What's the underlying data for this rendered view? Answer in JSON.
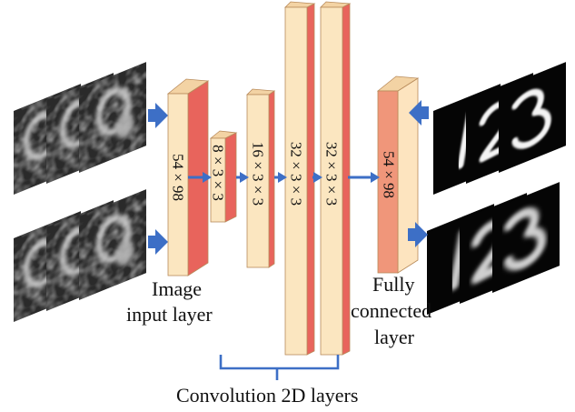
{
  "colors": {
    "layer_front": "#fbe6c0",
    "layer_side": "#e8645c",
    "layer_top": "#f3d3a4",
    "fc_front": "#f0967a",
    "fc_side": "#fde4bf",
    "arrow": "#3d6fc6",
    "bracket": "#3d6fc6",
    "outline": "#b88a5a"
  },
  "icons": {
    "arrow": "arrow-right-icon",
    "arrow_left": "arrow-left-icon",
    "bracket": "curly-brace-icon"
  },
  "layers": [
    {
      "id": "input",
      "dims": "54 × 98"
    },
    {
      "id": "conv1",
      "dims": "8 × 3 × 3"
    },
    {
      "id": "conv2",
      "dims": "16 × 3 × 3"
    },
    {
      "id": "conv3",
      "dims": "32 × 3 × 3"
    },
    {
      "id": "conv4",
      "dims": "32 × 3 × 3"
    },
    {
      "id": "fc",
      "dims": "54 × 98"
    }
  ],
  "labels": {
    "input_line1": "Image",
    "input_line2": "input layer",
    "fc_line1": "Fully",
    "fc_line2": "connected",
    "fc_line3": "layer",
    "conv_group": "Convolution 2D layers"
  },
  "images": {
    "input_top": "noisy-digits-123",
    "input_bottom": "noisy-digits-123",
    "output_top": "clean-digits-123",
    "output_bottom": "reconstructed-digits-123"
  }
}
